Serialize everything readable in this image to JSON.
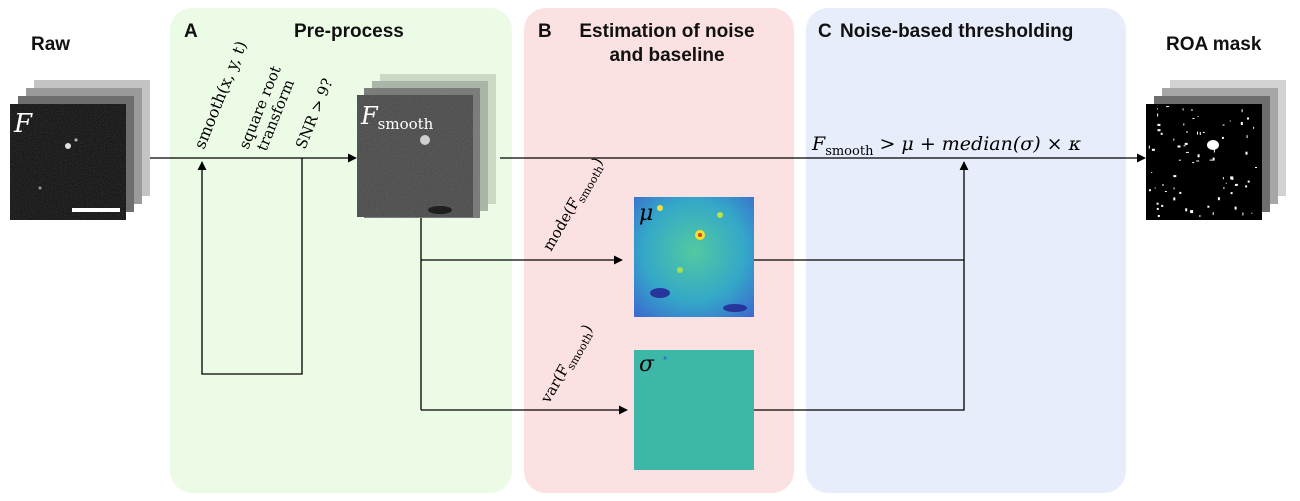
{
  "panels": {
    "raw": {
      "title": "Raw"
    },
    "a": {
      "letter": "A",
      "title": "Pre-process"
    },
    "b": {
      "letter": "B",
      "title_line1": "Estimation of noise",
      "title_line2": "and baseline"
    },
    "c": {
      "letter": "C",
      "title": "Noise-based thresholding"
    },
    "mask": {
      "title": "ROA mask"
    }
  },
  "image_labels": {
    "raw": "F",
    "smooth_main": "F",
    "smooth_sub": "smooth",
    "mu": "μ",
    "sigma": "σ"
  },
  "steps": {
    "smooth": "smooth(x, y, t)",
    "sqrt_line1": "square root",
    "sqrt_line2": "transform",
    "snr": "SNR > 9?",
    "mode_fn": "mode(F",
    "var_fn": "var(F",
    "sub": "smooth",
    "close": ")"
  },
  "equation": {
    "lhs_main": "F",
    "lhs_sub": "smooth",
    "rhs": " > μ + median(σ) × κ"
  },
  "colors": {
    "panel_a": "#ecfbe6",
    "panel_b": "#fbe1e1",
    "panel_c": "#e7edfb",
    "colormap_low": "#3b4cc0",
    "colormap_mid": "#3fb9a3",
    "colormap_high": "#f9e721"
  }
}
